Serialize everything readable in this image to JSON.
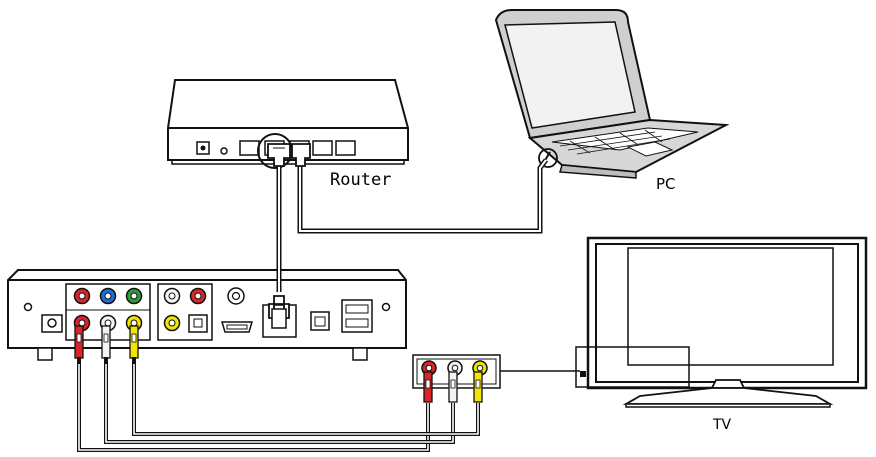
{
  "labels": {
    "router": "Router",
    "pc": "PC",
    "tv": "TV"
  },
  "colors": {
    "line": "#111111",
    "device_fill": "#ffffff",
    "laptop_fill": "#cfcfcf",
    "laptop_screen": "#f2f2f2",
    "rca_red": "#d9262b",
    "rca_white": "#f4f4f4",
    "rca_yellow": "#f2e600",
    "rca_blue": "#1f6fd1",
    "rca_green": "#2f9a3a"
  },
  "icons": [
    "router-icon",
    "laptop-icon",
    "tv-icon",
    "media-player-icon",
    "av-adapter-icon",
    "ethernet-plug-icon",
    "rca-plug-icon"
  ]
}
